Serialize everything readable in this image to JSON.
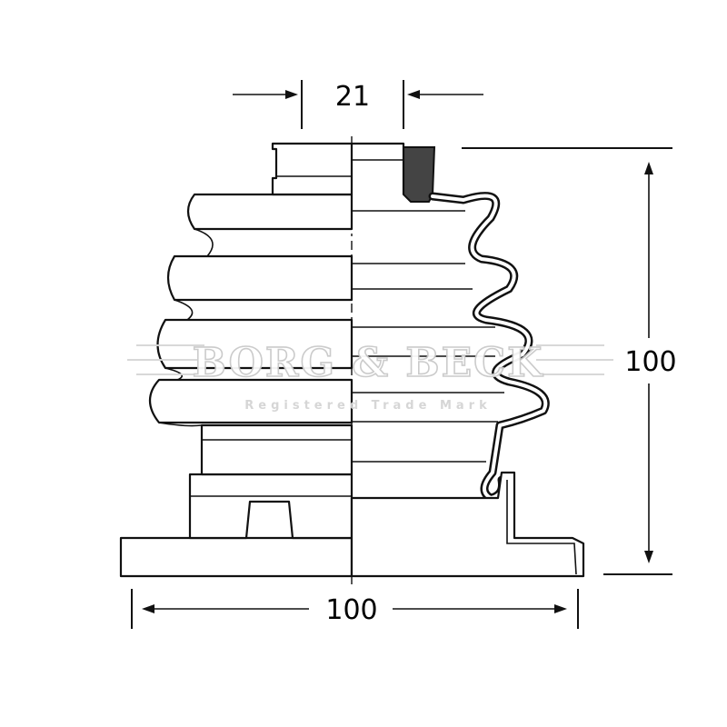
{
  "dimensions": {
    "top_width": "21",
    "height": "100",
    "base_width": "100"
  },
  "watermark": {
    "brand": "BORG & BECK",
    "subtitle": "Registered Trade Mark"
  },
  "colors": {
    "line": "#111111",
    "background": "#ffffff",
    "watermark": "#cfcfcf"
  }
}
